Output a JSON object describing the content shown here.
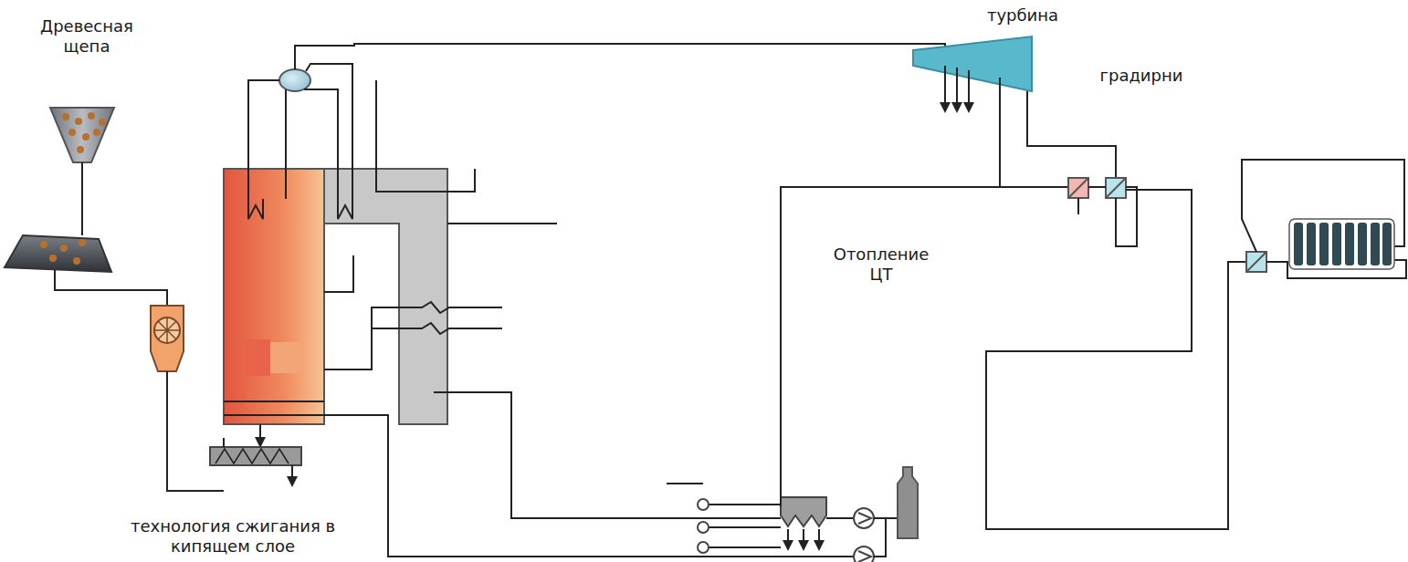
{
  "diagram": {
    "labels": [
      "Древесная щепа",
      "турбина",
      "градирни",
      "Отопление ЦТ",
      "технология сжигания в кипящем слое"
    ]
  }
}
